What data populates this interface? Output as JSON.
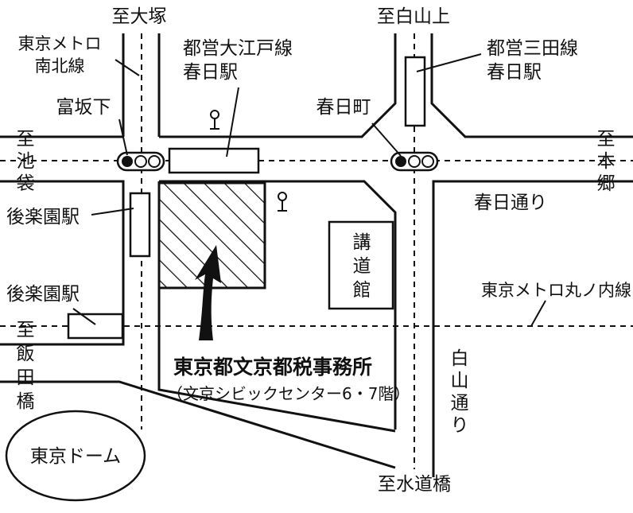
{
  "directions": {
    "north_west": "至大塚",
    "north_east": "至白山上",
    "west": [
      "至",
      "池",
      "袋"
    ],
    "east": [
      "至",
      "本",
      "郷"
    ],
    "south_west": [
      "至",
      "飯",
      "田",
      "橋"
    ],
    "south": "至水道橋"
  },
  "stations": {
    "metro_nanboku": [
      "東京メトロ",
      "南北線"
    ],
    "oedo_kasuga": [
      "都営大江戸線",
      "春日駅"
    ],
    "mita_kasuga": [
      "都営三田線",
      "春日駅"
    ],
    "korakuen_1": "後楽園駅",
    "korakuen_2": "後楽園駅",
    "metro_marunouchi": "東京メトロ丸ノ内線"
  },
  "intersections": {
    "tomisaka": "富坂下",
    "kasuga_cho": "春日町"
  },
  "streets": {
    "kasuga_dori": "春日通り",
    "hakusan_dori": [
      "白",
      "山",
      "通",
      "り"
    ]
  },
  "landmarks": {
    "kodokan": [
      "講",
      "道",
      "館"
    ],
    "tokyo_dome": "東京ドーム"
  },
  "destination": {
    "name": "東京都文京都税事務所",
    "note": "（文京シビックセンター6・7階）"
  }
}
